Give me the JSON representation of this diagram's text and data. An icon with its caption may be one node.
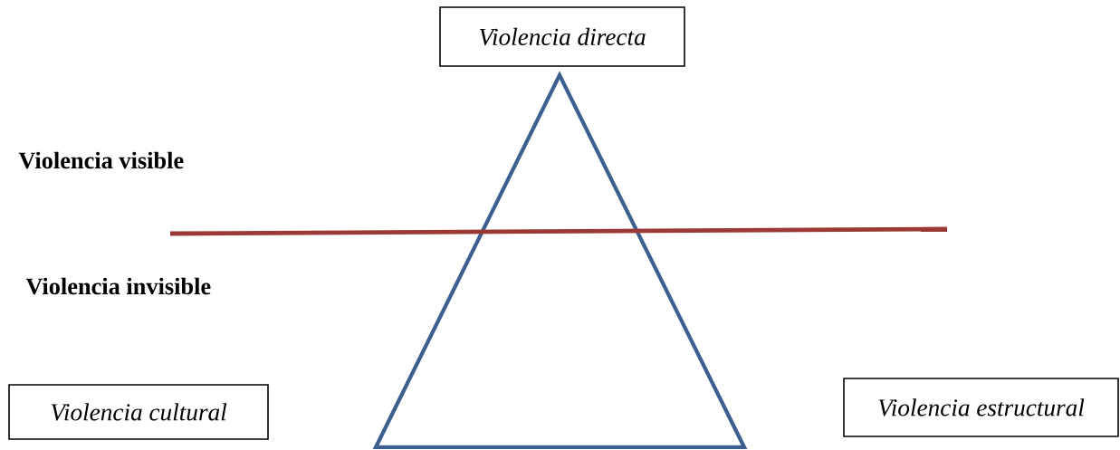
{
  "diagram": {
    "nodes": [
      {
        "text": [
          "Violencia directa"
        ]
      },
      {
        "text": [
          "Violencia cultural"
        ]
      },
      {
        "text": [
          "Violencia estructural"
        ]
      }
    ],
    "labels": [
      "Violencia visible",
      "Violencia invisible"
    ]
  }
}
